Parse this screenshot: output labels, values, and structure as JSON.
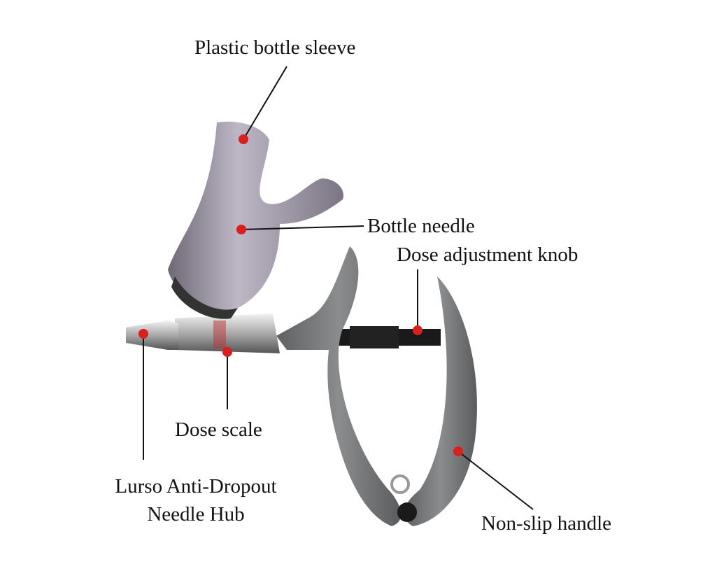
{
  "labels": {
    "bottle_sleeve": "Plastic bottle sleeve",
    "bottle_needle": "Bottle needle",
    "dose_knob": "Dose adjustment knob",
    "dose_scale": "Dose scale",
    "needle_hub_line1": "Lurso Anti-Dropout",
    "needle_hub_line2": "Needle Hub",
    "handle": "Non-slip handle"
  },
  "colors": {
    "marker": "#d9201f",
    "handle": "#7a7c7e",
    "sleeve": "#8a8394",
    "metal": "#c9c9c9"
  }
}
